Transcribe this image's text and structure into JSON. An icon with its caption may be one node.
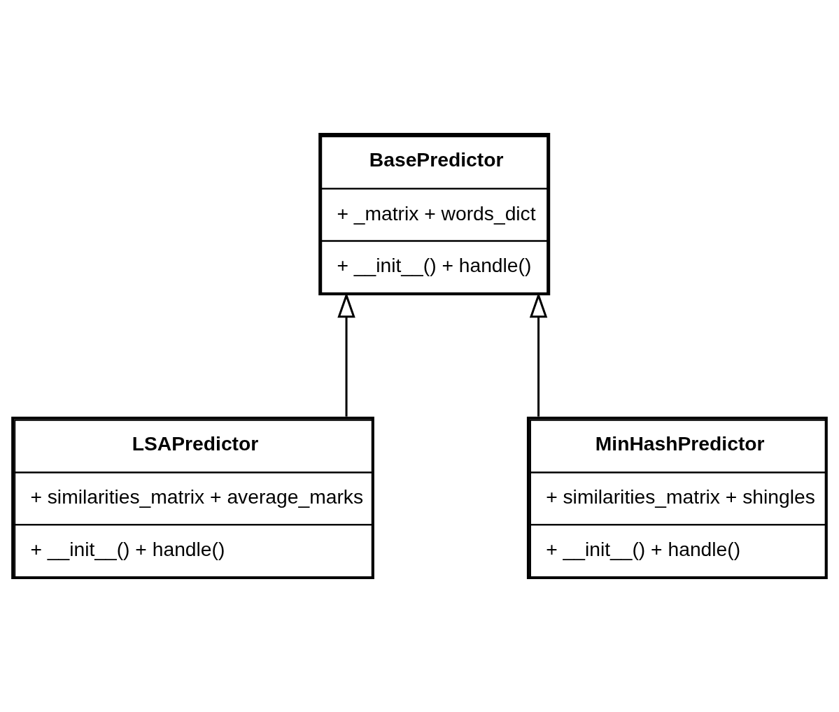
{
  "diagram": {
    "nodes": [
      {
        "text": [
          "BasePredictor",
          "+ _matrix + words_dict",
          "+ __init__() + handle()"
        ]
      },
      {
        "text": [
          "LSAPredictor",
          "+ similarities_matrix + average_marks",
          "+ __init__() + handle()"
        ]
      },
      {
        "text": [
          "MinHashPredictor",
          "+ similarities_matrix + shingles",
          "+ __init__() + handle()"
        ]
      }
    ],
    "edges": [
      {
        "from": 1,
        "to": 0,
        "arrow": "to"
      },
      {
        "from": 2,
        "to": 0,
        "arrow": "to"
      }
    ]
  }
}
